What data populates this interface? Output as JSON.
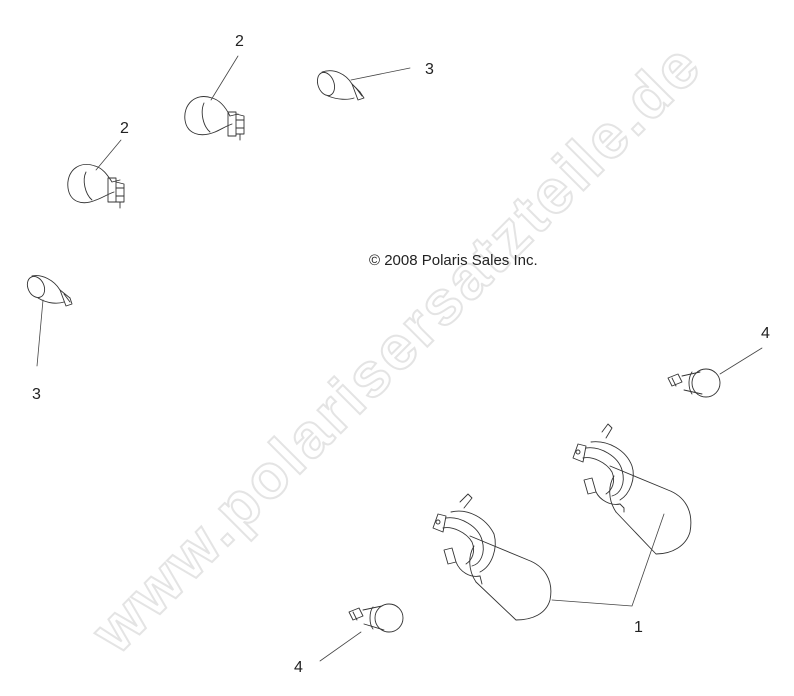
{
  "diagram": {
    "type": "parts-exploded-view",
    "copyright": "© 2008 Polaris Sales Inc.",
    "watermark": "www.polarisersatzteile.de",
    "callouts": [
      {
        "id": "callout-1",
        "label": "1",
        "part": "halogen-headlight-bulb",
        "count": 2
      },
      {
        "id": "callout-2a",
        "label": "2",
        "part": "wedge-base-bulb-large"
      },
      {
        "id": "callout-2b",
        "label": "2",
        "part": "wedge-base-bulb-large"
      },
      {
        "id": "callout-3a",
        "label": "3",
        "part": "wedge-base-bulb-small"
      },
      {
        "id": "callout-3b",
        "label": "3",
        "part": "wedge-base-bulb-small"
      },
      {
        "id": "callout-4a",
        "label": "4",
        "part": "miniature-wedge-bulb"
      },
      {
        "id": "callout-4b",
        "label": "4",
        "part": "miniature-wedge-bulb"
      }
    ],
    "colors": {
      "line": "#333333",
      "text": "#222222",
      "watermark": "#e4e4e4",
      "background": "#ffffff"
    }
  }
}
